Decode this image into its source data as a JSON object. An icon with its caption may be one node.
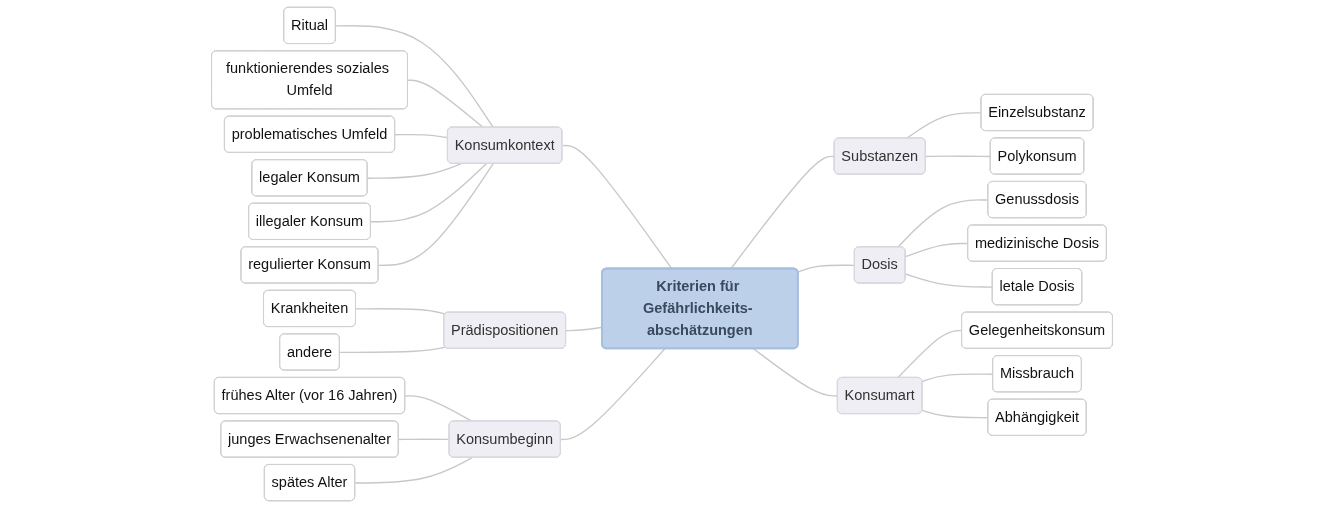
{
  "diagram": {
    "nodes": [
      {
        "text": [
          "Kriterien für Gefährlichkeits- abschätzungen"
        ]
      },
      {
        "text": [
          "Konsumkontext"
        ]
      },
      {
        "text": [
          "Ritual"
        ]
      },
      {
        "text": [
          "funktionierendes soziales Umfeld"
        ]
      },
      {
        "text": [
          "problematisches Umfeld"
        ]
      },
      {
        "text": [
          "legaler Konsum"
        ]
      },
      {
        "text": [
          "illegaler Konsum"
        ]
      },
      {
        "text": [
          "regulierter Konsum"
        ]
      },
      {
        "text": [
          "Prädispositionen"
        ]
      },
      {
        "text": [
          "Krankheiten"
        ]
      },
      {
        "text": [
          "andere"
        ]
      },
      {
        "text": [
          "Konsumbeginn"
        ]
      },
      {
        "text": [
          "frühes Alter (vor 16 Jahren)"
        ]
      },
      {
        "text": [
          "junges Erwachsenenalter"
        ]
      },
      {
        "text": [
          "spätes Alter"
        ]
      },
      {
        "text": [
          "Substanzen"
        ]
      },
      {
        "text": [
          "Einzelsubstanz"
        ]
      },
      {
        "text": [
          "Polykonsum"
        ]
      },
      {
        "text": [
          "Dosis"
        ]
      },
      {
        "text": [
          "Genussdosis"
        ]
      },
      {
        "text": [
          "medizinische Dosis"
        ]
      },
      {
        "text": [
          "letale Dosis"
        ]
      },
      {
        "text": [
          "Konsumart"
        ]
      },
      {
        "text": [
          "Gelegenheitskonsum"
        ]
      },
      {
        "text": [
          "Missbrauch"
        ]
      },
      {
        "text": [
          "Abhängigkeit"
        ]
      }
    ],
    "edges": [
      {
        "from": 1,
        "to": 0,
        "arrow": "none"
      },
      {
        "from": 2,
        "to": 1,
        "arrow": "none"
      },
      {
        "from": 3,
        "to": 1,
        "arrow": "none"
      },
      {
        "from": 4,
        "to": 1,
        "arrow": "none"
      },
      {
        "from": 5,
        "to": 1,
        "arrow": "none"
      },
      {
        "from": 6,
        "to": 1,
        "arrow": "none"
      },
      {
        "from": 7,
        "to": 1,
        "arrow": "none"
      },
      {
        "from": 8,
        "to": 0,
        "arrow": "none"
      },
      {
        "from": 9,
        "to": 8,
        "arrow": "none"
      },
      {
        "from": 10,
        "to": 8,
        "arrow": "none"
      },
      {
        "from": 11,
        "to": 0,
        "arrow": "none"
      },
      {
        "from": 12,
        "to": 11,
        "arrow": "none"
      },
      {
        "from": 13,
        "to": 11,
        "arrow": "none"
      },
      {
        "from": 14,
        "to": 11,
        "arrow": "none"
      },
      {
        "from": 0,
        "to": 15,
        "arrow": "none"
      },
      {
        "from": 15,
        "to": 16,
        "arrow": "none"
      },
      {
        "from": 15,
        "to": 17,
        "arrow": "none"
      },
      {
        "from": 0,
        "to": 18,
        "arrow": "none"
      },
      {
        "from": 18,
        "to": 19,
        "arrow": "none"
      },
      {
        "from": 18,
        "to": 20,
        "arrow": "none"
      },
      {
        "from": 18,
        "to": 21,
        "arrow": "none"
      },
      {
        "from": 0,
        "to": 22,
        "arrow": "none"
      },
      {
        "from": 22,
        "to": 23,
        "arrow": "none"
      },
      {
        "from": 22,
        "to": 24,
        "arrow": "none"
      },
      {
        "from": 22,
        "to": 25,
        "arrow": "none"
      }
    ]
  }
}
